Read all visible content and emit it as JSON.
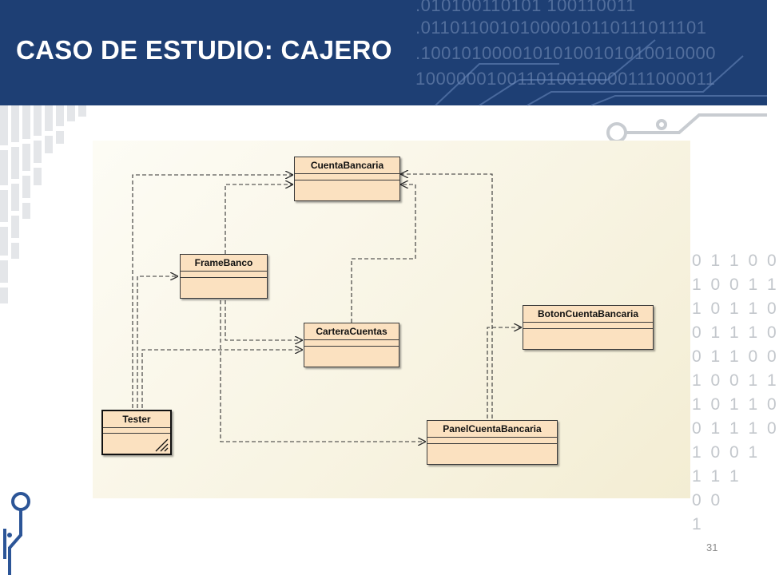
{
  "slide": {
    "title": "CASO DE ESTUDIO: CAJERO",
    "page_number": "31"
  },
  "header_binary": [
    ".010100110101  100110011",
    ".01101100101000010110111011101",
    ".10010100001010100101010010000",
    "100000010011010010000111000011"
  ],
  "side_binary": [
    "0 1 1 0 0",
    "1 0 0 1 1",
    "1 0 1 1 0",
    "0 1 1 1 0",
    "0 1 1 0 0",
    "1 0 0 1 1",
    "1 0 1 1 0",
    "0 1 1 1 0",
    "1 0 0 1",
    "1   1 1",
    "0   0",
    "1"
  ],
  "diagram": {
    "classes": {
      "cuenta_bancaria": "CuentaBancaria",
      "frame_banco": "FrameBanco",
      "cartera_cuentas": "CarteraCuentas",
      "boton_cuenta_bancaria": "BotonCuentaBancaria",
      "tester": "Tester",
      "panel_cuenta_bancaria": "PanelCuentaBancaria"
    },
    "dependencies": [
      {
        "from": "Tester",
        "to": "CuentaBancaria"
      },
      {
        "from": "Tester",
        "to": "FrameBanco"
      },
      {
        "from": "Tester",
        "to": "CarteraCuentas"
      },
      {
        "from": "FrameBanco",
        "to": "CuentaBancaria"
      },
      {
        "from": "FrameBanco",
        "to": "CarteraCuentas"
      },
      {
        "from": "FrameBanco",
        "to": "PanelCuentaBancaria"
      },
      {
        "from": "CarteraCuentas",
        "to": "CuentaBancaria"
      },
      {
        "from": "PanelCuentaBancaria",
        "to": "CuentaBancaria"
      },
      {
        "from": "PanelCuentaBancaria",
        "to": "BotonCuentaBancaria"
      }
    ]
  },
  "colors": {
    "header_bg": "#1e3f74",
    "class_fill": "#fbe1c0",
    "panel_bg": "#f8f4e3"
  }
}
